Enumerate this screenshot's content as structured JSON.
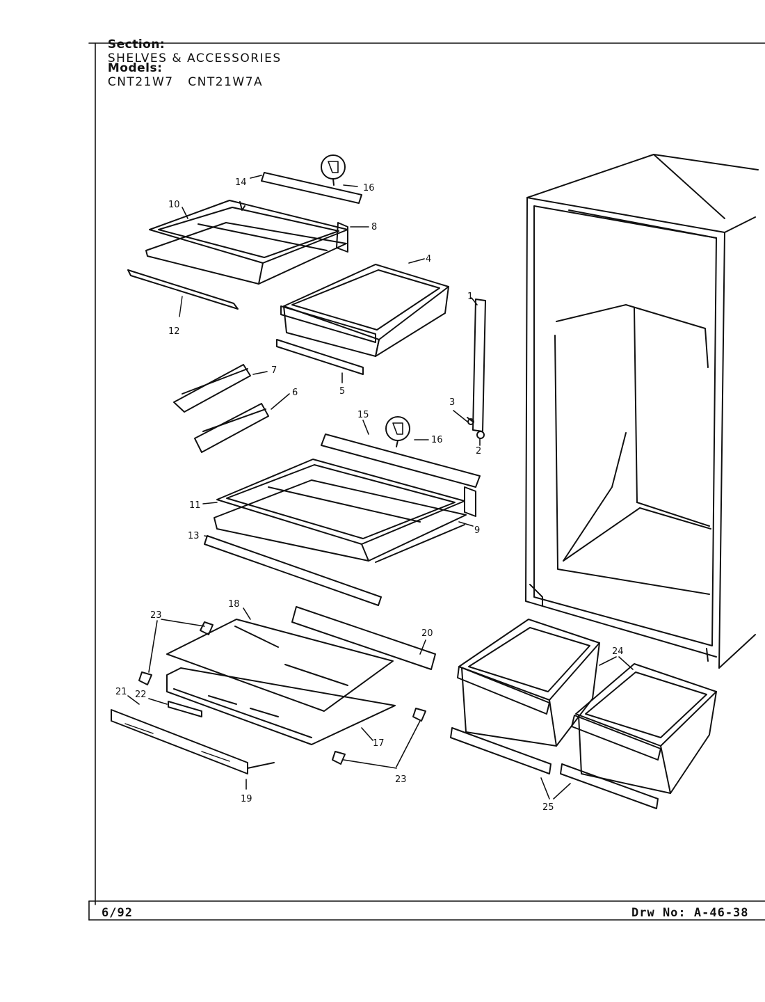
{
  "header": {
    "section_label": "Section:",
    "section_value": "SHELVES & ACCESSORIES",
    "models_label": "Models:",
    "models_value": "CNT21W7   CNT21W7A"
  },
  "footer": {
    "date": "6/92",
    "drawing_no": "Drw No: A-46-38"
  },
  "callouts": [
    "1",
    "2",
    "3",
    "4",
    "5",
    "6",
    "7",
    "8",
    "9",
    "10",
    "11",
    "12",
    "13",
    "14",
    "15",
    "16",
    "16",
    "17",
    "18",
    "19",
    "20",
    "21",
    "22",
    "23",
    "23",
    "24",
    "25"
  ]
}
